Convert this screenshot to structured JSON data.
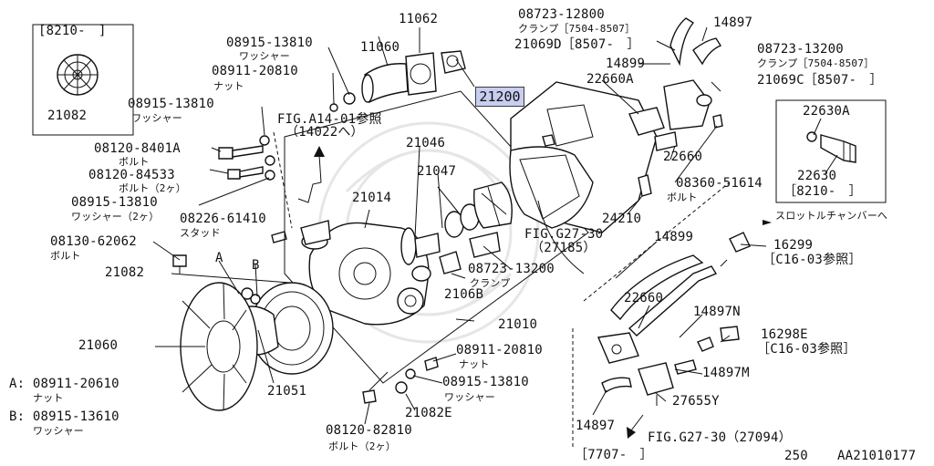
{
  "highlight_part": "21200",
  "labels": {
    "inset_left_range": "[8210-　]",
    "inset_left_part": "21082",
    "p11062": "11062",
    "p08915_13810_top": "08915-13810",
    "washer_top": "ワッシャー",
    "p11060": "11060",
    "p08911_20810_top": "08911-20810",
    "nut_top": "ナット",
    "p08915_13810_mid": "08915-13810",
    "washer_mid": "ワッシャー",
    "fig_a14": "FIG.A14-01参照",
    "fig_a14_sub": "（14022へ）",
    "p08120_8401A": "08120-8401A",
    "bolt_1": "ボルト",
    "p08120_84533": "08120-84533",
    "bolt_2": "ボルト（2ヶ）",
    "p08915_13810_low": "08915-13810",
    "washer_2": "ワッシャー（2ヶ）",
    "p08226_61410": "08226-61410",
    "stud": "スタッド",
    "p08130_62062": "08130-62062",
    "bolt_3": "ボルト",
    "p21082": "21082",
    "p21060": "21060",
    "note_a": "A: 08911-20610",
    "note_a_sub": "ナット",
    "note_b": "B: 08915-13610",
    "note_b_sub": "ワッシャー",
    "p21046": "21046",
    "p21047": "21047",
    "p21014": "21014",
    "fig_g27_1": "FIG.G27-30",
    "fig_g27_1_sub": "（27185）",
    "p08723_13200_low": "08723-13200",
    "clamp_low": "クランプ",
    "p21068": "2106B",
    "p21010": "21010",
    "p08911_20810_low": "08911-20810",
    "nut_low": "ナット",
    "p08915_13810_bot": "08915-13810",
    "washer_bot": "ワッシャー",
    "p21082E": "21082E",
    "p08120_82810": "08120-82810",
    "bolt_4": "ボルト（2ヶ）",
    "p21051": "21051",
    "mark_a": "A",
    "mark_b": "B",
    "p08723_12800": "08723-12800",
    "clamp_top": "クランプ［7504-8507］",
    "p21069D": "21069D［8507-　］",
    "p14897_top": "14897",
    "p08723_13200_top": "08723-13200",
    "clamp_right": "クランプ［7504-8507］",
    "p21069C": "21069C［8507-　］",
    "p14899_top": "14899",
    "p22660A": "22660A",
    "p22630A": "22630A",
    "p22630": "22630",
    "inset_right_range": "［8210-　］",
    "p22660_top": "22660",
    "p08360_51614": "08360-51614",
    "bolt_5": "ボルト",
    "p24210": "24210",
    "throttle": "スロットルチャンバーへ",
    "p14899_low": "14899",
    "p16299": "16299",
    "c16_1": "［C16-03参照］",
    "p22660_low": "22660",
    "p14897N": "14897N",
    "p16298E": "16298E",
    "c16_2": "［C16-03参照］",
    "p14897M": "14897M",
    "p27655Y": "27655Y",
    "p14897_low": "14897",
    "fig_g27_2": "FIG.G27-30（27094）",
    "range_7707": "［7707-　］",
    "page_no": "250",
    "doc_code": "AA21010177"
  }
}
